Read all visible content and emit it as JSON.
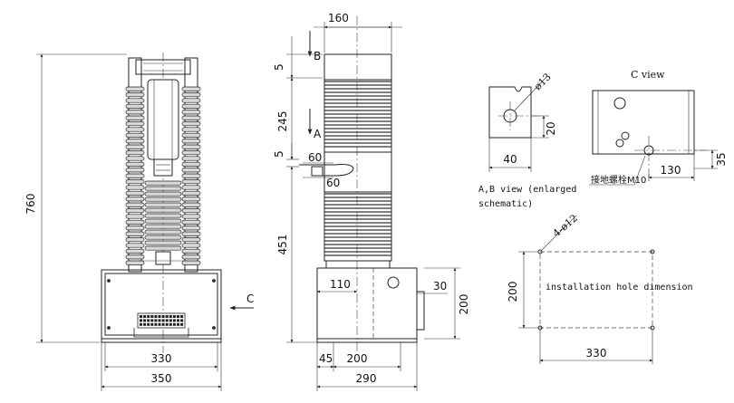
{
  "front_view": {
    "height": "760",
    "width_inner": "330",
    "width_outer": "350",
    "arrow_c": "C"
  },
  "side_view": {
    "top_width": "160",
    "dim_5_top": "5",
    "dim_245": "245",
    "dim_5_mid": "5",
    "dim_60_top": "60",
    "dim_60_bottom": "60",
    "dim_451": "451",
    "dim_110": "110",
    "dim_30": "30",
    "dim_200_right": "200",
    "dim_45": "45",
    "dim_200_bottom": "200",
    "dim_290": "290",
    "label_b": "B",
    "label_a": "A"
  },
  "ab_view": {
    "dia": "ø13",
    "dim_20": "20",
    "dim_40": "40",
    "caption_line1": "A,B view (enlarged",
    "caption_line2": "schematic)"
  },
  "c_view": {
    "title": "C view",
    "dim_35": "35",
    "dim_130": "130",
    "ground_label": "接地螺栓M10"
  },
  "install_view": {
    "holes": "4-ø12",
    "label": "installation hole dimension",
    "dim_200": "200",
    "dim_330": "330"
  }
}
